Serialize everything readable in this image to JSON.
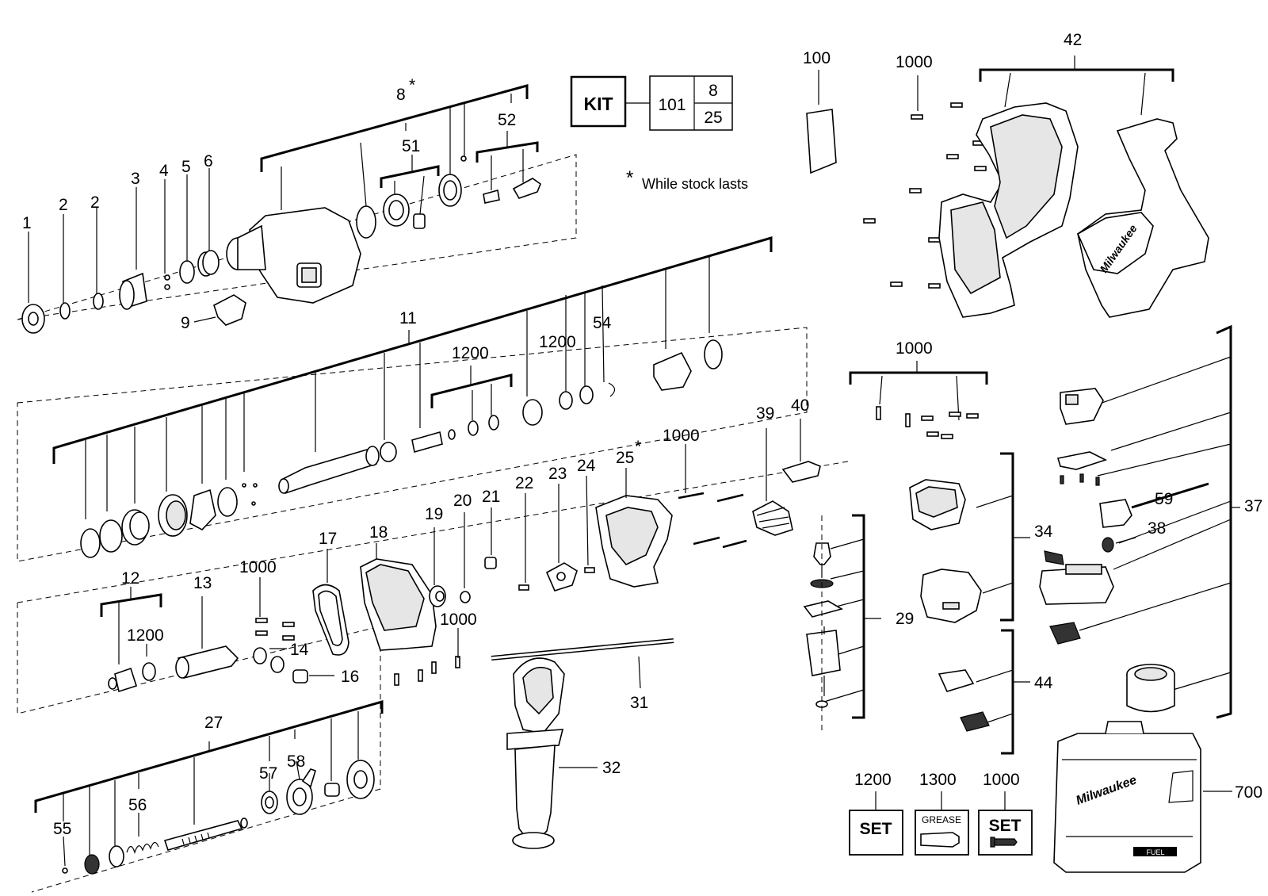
{
  "kit": {
    "label": "KIT",
    "number": "101",
    "items": [
      "8",
      "25"
    ]
  },
  "note": {
    "asterisk": "*",
    "text": "While stock lasts"
  },
  "labels": {
    "p1": "1",
    "p2a": "2",
    "p2b": "2",
    "p3": "3",
    "p4": "4",
    "p5": "5",
    "p6": "6",
    "p8": "8",
    "p9": "9",
    "p11": "11",
    "p12": "12",
    "p13": "13",
    "p14": "14",
    "p16": "16",
    "p17": "17",
    "p18": "18",
    "p19": "19",
    "p20": "20",
    "p21": "21",
    "p22": "22",
    "p23": "23",
    "p24": "24",
    "p25": "25",
    "p27": "27",
    "p29": "29",
    "p31": "31",
    "p32": "32",
    "p34": "34",
    "p37": "37",
    "p38": "38",
    "p39": "39",
    "p40": "40",
    "p42": "42",
    "p44": "44",
    "p51": "51",
    "p52": "52",
    "p54": "54",
    "p55": "55",
    "p56": "56",
    "p57": "57",
    "p58": "58",
    "p59": "59",
    "p100": "100",
    "p700": "700",
    "p1000a": "1000",
    "p1000b": "1000",
    "p1000c": "1000",
    "p1000d": "1000",
    "p1000e": "1000",
    "p1200a": "1200",
    "p1200b": "1200",
    "p1200c": "1200",
    "p1200d": "1200",
    "p1300": "1300"
  },
  "legend_boxes": {
    "set1200": {
      "number": "1200",
      "label": "SET"
    },
    "grease1300": {
      "number": "1300",
      "label": "GREASE"
    },
    "set1000": {
      "number": "1000",
      "label": "SET"
    }
  },
  "brand": {
    "logo_text": "Milwaukee",
    "case_badge": "FUEL"
  },
  "colors": {
    "ink": "#000000",
    "part_fill": "#ffffff",
    "shade": "#e6e6e6"
  }
}
